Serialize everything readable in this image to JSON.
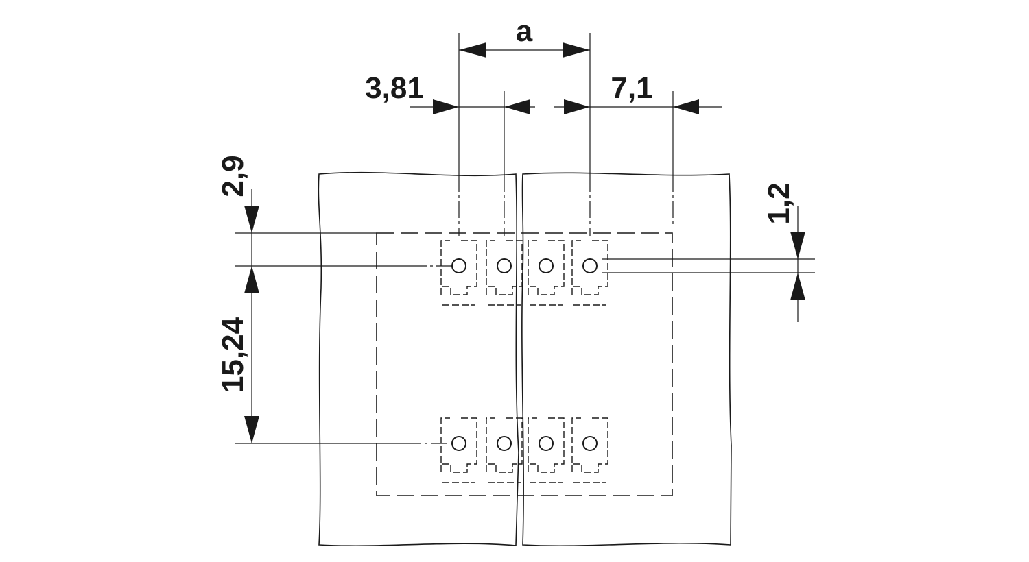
{
  "diagram": {
    "dimensions": {
      "a": "a",
      "pitch": "3,81",
      "edge_offset": "7,1",
      "top_offset": "2,9",
      "row_spacing": "15,24",
      "hole_diameter": "1,2"
    },
    "pins_per_row": 4,
    "rows": 2,
    "line_color": "#1a1a1a"
  }
}
